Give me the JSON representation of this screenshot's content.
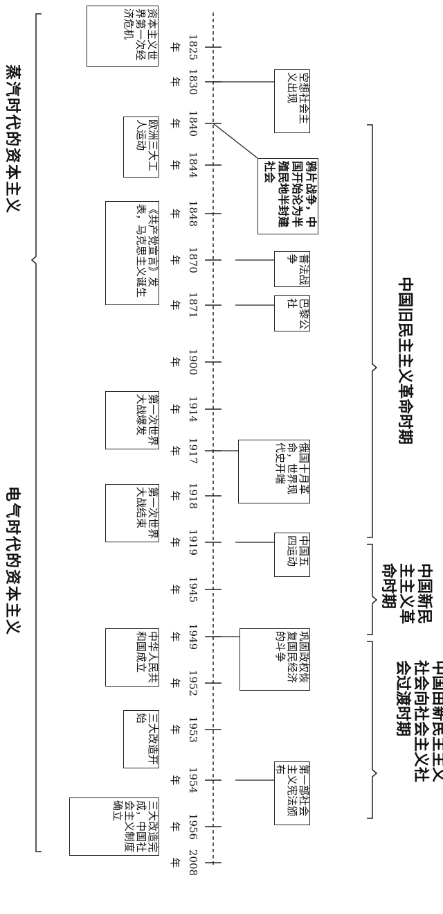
{
  "eras": {
    "steam": "蒸汽时代的资本主义",
    "electric": "电气时代的资本主义"
  },
  "periods": {
    "old_democratic": "中国旧民主主义革命时期",
    "new_democratic_line1": "中国新民",
    "new_democratic_line2": "主主义革",
    "new_democratic_line3": "命时期",
    "transition_line1": "中国由新民主主义",
    "transition_line2": "社会向社会主义社",
    "transition_line3": "会过渡时期"
  },
  "year_unit": "年",
  "years": [
    "1825",
    "1830",
    "1840",
    "1844",
    "1848",
    "1870",
    "1871",
    "1900",
    "1914",
    "1917",
    "1918",
    "1919",
    "1945",
    "1949",
    "1952",
    "1953",
    "1954",
    "1956",
    "2008"
  ],
  "events_left": {
    "e1825": "资本主义世界第一次经济危机",
    "e1840": "欧洲三大工人运动",
    "e1848": "《共产党宣言》发表，马克思主义诞生",
    "e1914": "第一次世界大战爆发",
    "e1918": "第一次世界大战结束",
    "e1949": "中华人民共和国成立",
    "e1953": "三大改造开始",
    "e1956": "三大改造完成，中国社会主义制度确立"
  },
  "events_right": {
    "e1830": "空想社会主义出现",
    "e1840": "鸦片战争，中国开始沦为半殖民地半封建社会",
    "e1870": "普法战争",
    "e1871": "巴黎公社",
    "e1917": "俄国十月革命，世界现代史开端",
    "e1919": "中国五四运动",
    "e1949": "巩固政权恢复国民经济的斗争",
    "e1954": "第一部社会主义宪法颁布"
  }
}
